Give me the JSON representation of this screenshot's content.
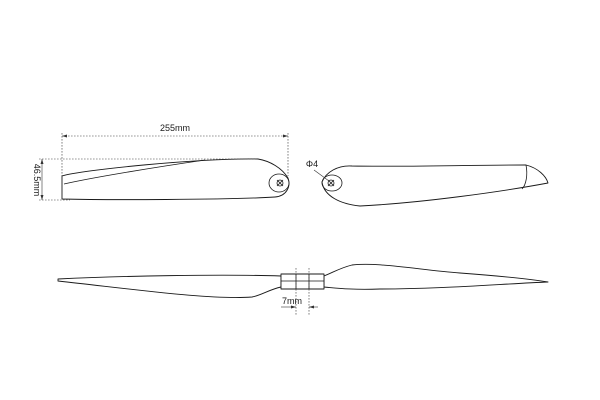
{
  "drawing": {
    "dimensions": {
      "length": "255mm",
      "width": "46.5mm",
      "hole": "Φ4",
      "thickness": "7mm"
    }
  }
}
